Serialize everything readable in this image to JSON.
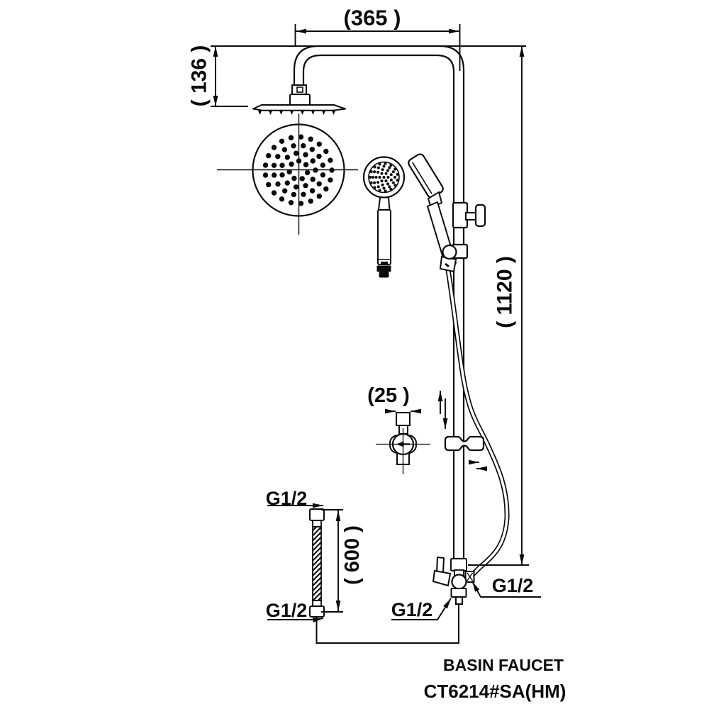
{
  "page": {
    "background": "#ffffff",
    "line_color": "#0b0b0b"
  },
  "title_block": {
    "caption": "BASIN FAUCET",
    "model": "CT6214#SA(HM)"
  },
  "dimensions": {
    "arm_reach": "(365 )",
    "head_drop": "( 136 )",
    "overall_height": "( 1120 )",
    "supply_hose_length": "( 600 )",
    "wall_union_diameter": "(25 )"
  },
  "connections": {
    "supply_hose_top": "G1/2",
    "supply_hose_bottom": "G1/2",
    "valve_bottom_inlet": "G1/2",
    "valve_hose_port": "G1/2"
  }
}
